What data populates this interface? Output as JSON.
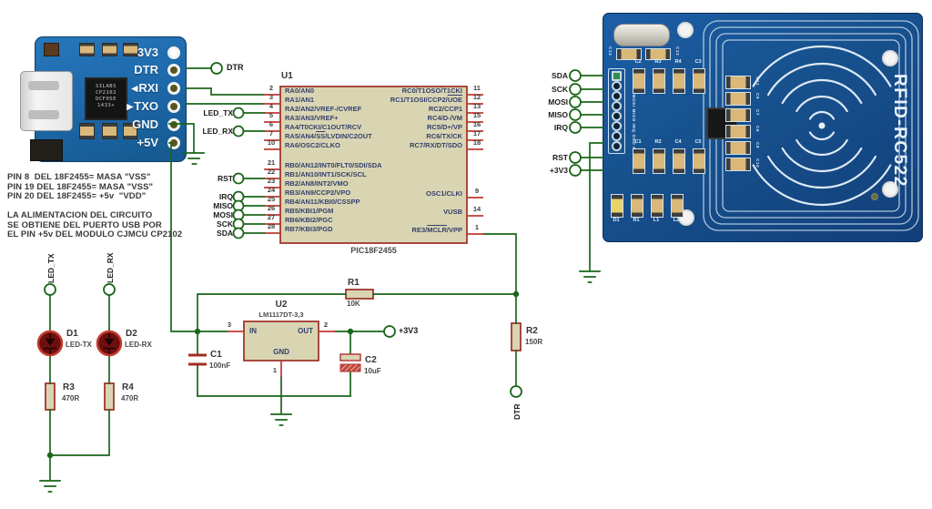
{
  "colors": {
    "wire-green": "#1a651a",
    "pin-red": "#c03a30",
    "body-fill": "#d9d5b3",
    "body-stroke": "#9b2d24",
    "pin-text-navy": "#333f6b",
    "label-dark": "#3d3d3d",
    "pcb-blue": "#17528f",
    "silk-white": "#e9f2fa"
  },
  "notes": {
    "block1": [
      "PIN 8  DEL 18F2455= MASA \"VSS\"",
      "PIN 19 DEL 18F2455= MASA \"VSS\"",
      "PIN 20 DEL 18F2455= +5v  \"VDD\""
    ],
    "block2": [
      "LA ALIMENTACION DEL CIRCUITO",
      "SE OBTIENE DEL PUERTO USB POR",
      "EL PIN +5v DEL MODULO CJMCU CP2102"
    ]
  },
  "cp2102_module": {
    "pins": [
      {
        "label": "3V3",
        "arrow": ""
      },
      {
        "label": "DTR",
        "arrow": ""
      },
      {
        "label": "RXI",
        "arrow": "◀"
      },
      {
        "label": "TXO",
        "arrow": "▶"
      },
      {
        "label": "GND",
        "arrow": ""
      },
      {
        "label": "+5V",
        "arrow": ""
      }
    ],
    "chip_lines": [
      "SILABS",
      "CP2102",
      "DCF05E",
      "1433+"
    ]
  },
  "rfid_module": {
    "name": "RFID-RC522",
    "header_silk": "SDA SCK MOSI MISO IRQ GND RST 3.3V",
    "corner_components": [
      "C13",
      "C12"
    ],
    "top_components": [
      "C2",
      "R3",
      "R4",
      "C3"
    ],
    "mid_components": [
      "C1",
      "R2",
      "C4",
      "C5"
    ],
    "bottom_components": [
      "D1",
      "R1",
      "L1",
      "L2"
    ],
    "column_components": [
      "C11",
      "C9",
      "C7",
      "C6",
      "C8",
      "C10"
    ]
  },
  "schematic": {
    "u1": {
      "ref": "U1",
      "part": "PIC18F2455",
      "left_a": [
        {
          "num": "2",
          "name": [
            [
              "RA0/AN0",
              0
            ]
          ]
        },
        {
          "num": "3",
          "name": [
            [
              "RA1/AN1",
              0
            ]
          ]
        },
        {
          "num": "4",
          "name": [
            [
              "RA2/AN2/VREF-/CVREF",
              0
            ]
          ]
        },
        {
          "num": "5",
          "name": [
            [
              "RA3/AN3/VREF+",
              0
            ]
          ]
        },
        {
          "num": "6",
          "name": [
            [
              "RA4/T0CKI/C1OUT/RCV",
              0
            ]
          ]
        },
        {
          "num": "7",
          "name": [
            [
              "RA5/AN4/",
              0
            ],
            [
              "SS",
              1
            ],
            [
              "/LVDIN/C2OUT",
              0
            ]
          ]
        },
        {
          "num": "10",
          "name": [
            [
              "RA6/OSC2/CLKO",
              0
            ]
          ]
        }
      ],
      "left_b": [
        {
          "num": "21",
          "name": [
            [
              "RB0/AN12/INT0/FLT0/SDI/SDA",
              0
            ]
          ]
        },
        {
          "num": "22",
          "name": [
            [
              "RB1/AN10/INT1/SCK/SCL",
              0
            ]
          ]
        },
        {
          "num": "23",
          "name": [
            [
              "RB2/AN8/INT2/VMO",
              0
            ]
          ]
        },
        {
          "num": "24",
          "name": [
            [
              "RB3/AN9/CCP2/VPO",
              0
            ]
          ]
        },
        {
          "num": "25",
          "name": [
            [
              "RB4/AN11/KBI0/CSSPP",
              0
            ]
          ]
        },
        {
          "num": "26",
          "name": [
            [
              "RB5/KBI1/PGM",
              0
            ]
          ]
        },
        {
          "num": "27",
          "name": [
            [
              "RB6/KBI2/PGC",
              0
            ]
          ]
        },
        {
          "num": "28",
          "name": [
            [
              "RB7/KBI3/PGD",
              0
            ]
          ]
        }
      ],
      "right_a": [
        {
          "num": "11",
          "name": [
            [
              "RC0/T1OSO/T1CKI",
              0
            ]
          ]
        },
        {
          "num": "12",
          "name": [
            [
              "RC1/T1OSI/CCP2/",
              0
            ],
            [
              "UOE",
              1
            ]
          ]
        },
        {
          "num": "13",
          "name": [
            [
              "RC2/CCP1",
              0
            ]
          ]
        },
        {
          "num": "15",
          "name": [
            [
              "RC4/D-/VM",
              0
            ]
          ]
        },
        {
          "num": "16",
          "name": [
            [
              "RC5/D+/VP",
              0
            ]
          ]
        },
        {
          "num": "17",
          "name": [
            [
              "RC6/TX/CK",
              0
            ]
          ]
        },
        {
          "num": "18",
          "name": [
            [
              "RC7/RX/DT/SDO",
              0
            ]
          ]
        }
      ],
      "right_b": [
        {
          "num": "9",
          "name": [
            [
              "OSC1/CLKI",
              0
            ]
          ]
        },
        {
          "num": "14",
          "name": [
            [
              "VUSB",
              0
            ]
          ]
        },
        {
          "num": "1",
          "name": [
            [
              "RE3/",
              0
            ],
            [
              "MCLR",
              1
            ],
            [
              "/VPP",
              0
            ]
          ]
        }
      ]
    },
    "u2": {
      "ref": "U2",
      "part": "LM1117DT-3,3",
      "in": "IN",
      "out": "OUT",
      "gnd": "GND",
      "n_in": "3",
      "n_out": "2",
      "n_gnd": "1"
    },
    "r1": {
      "ref": "R1",
      "value": "10K"
    },
    "r2": {
      "ref": "R2",
      "value": "150R"
    },
    "r3": {
      "ref": "R3",
      "value": "470R"
    },
    "r4": {
      "ref": "R4",
      "value": "470R"
    },
    "c1": {
      "ref": "C1",
      "value": "100nF"
    },
    "c2": {
      "ref": "C2",
      "value": "10uF"
    },
    "d1": {
      "ref": "D1",
      "value": "LED-TX"
    },
    "d2": {
      "ref": "D2",
      "value": "LED-RX"
    },
    "terminals": {
      "dtr_top": "DTR",
      "dtr_bottom": "DTR",
      "plus3v3": "+3V3",
      "led_tx_col": "LED_TX",
      "led_rx_col": "LED_RX",
      "u1_left": [
        "LED_TX",
        "LED_RX",
        "RST",
        "IRQ",
        "MISO",
        "MOSI",
        "SCK",
        "SDA"
      ],
      "rfid": [
        "SDA",
        "SCK",
        "MOSI",
        "MISO",
        "IRQ",
        "RST",
        "+3V3"
      ]
    }
  }
}
